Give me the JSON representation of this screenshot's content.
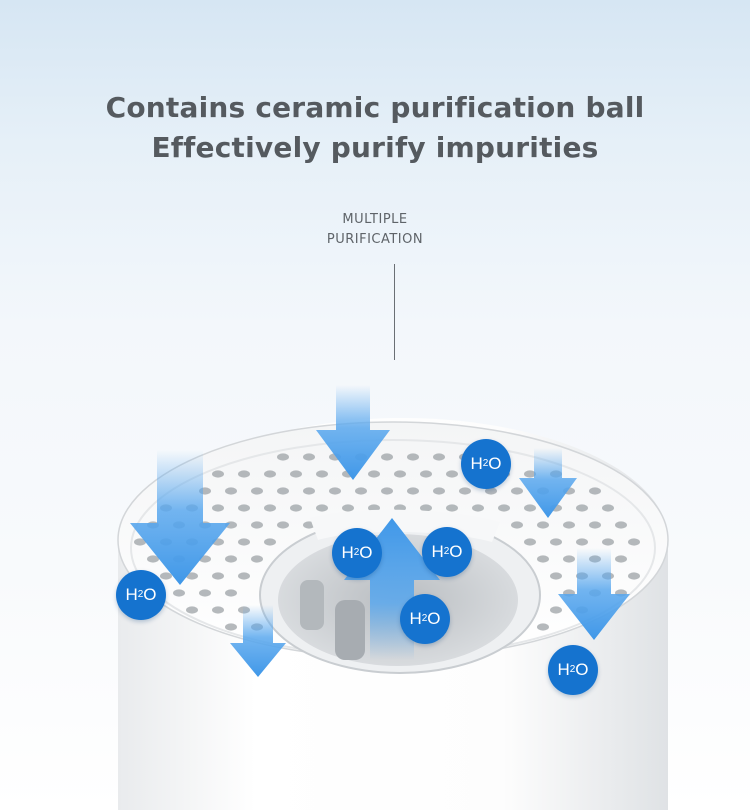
{
  "heading": {
    "line1": "Contains ceramic purification ball",
    "line2": "Effectively purify impurities"
  },
  "caption": {
    "line1": "MULTIPLE",
    "line2": "PURIFICATION"
  },
  "badge": {
    "h": "H",
    "sub": "2",
    "o": "O"
  },
  "colors": {
    "badge": "#1573cf",
    "arrow": "#5aa8ee",
    "heading": "#555a5f"
  }
}
